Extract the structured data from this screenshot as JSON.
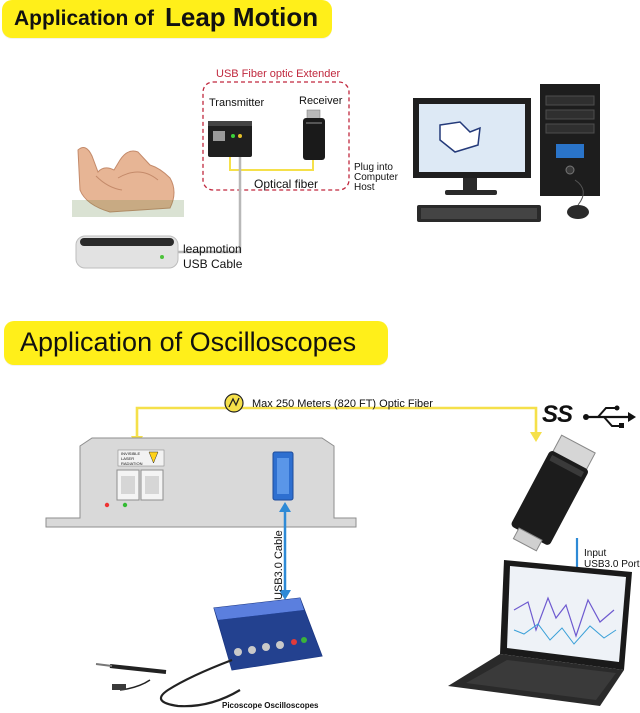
{
  "section1": {
    "title_prefix": "Application of ",
    "title_emph": "Leap Motion",
    "extender_label": "USB Fiber optic Extender",
    "transmitter_label": "Transmitter",
    "receiver_label": "Receiver",
    "optical_fiber_label": "Optical fiber",
    "plug_label_line1": "Plug into",
    "plug_label_line2": "Computer",
    "plug_label_line3": "Host",
    "device_label": "leapmotion",
    "usb_cable_label": "USB Cable"
  },
  "section2": {
    "title": "Application of Oscilloscopes",
    "fiber_label": "Max 250 Meters (820 FT) Optic Fiber",
    "ss_logo_text": "SS",
    "cable_label": "USB3.0 Cable",
    "input_label_line1": "Input",
    "input_label_line2": "USB3.0 Port",
    "scope_label": "Picoscope Oscilloscopes",
    "panel_warning_text": "INVISIBLE LASER RADIATION"
  },
  "colors": {
    "banner": "#ffef1a",
    "extender_border": "#c0283e",
    "fiber_yellow": "#f5e04a",
    "usb_blue": "#2e8ad6",
    "pico_blue": "#2b4fb8"
  }
}
